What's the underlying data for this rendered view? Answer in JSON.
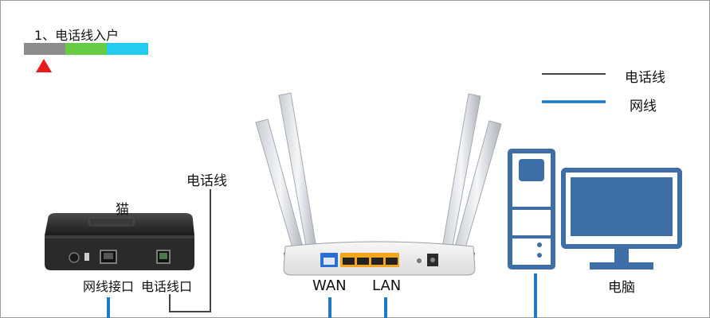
{
  "step": {
    "title": "1、电话线入户",
    "bar_colors": [
      "#8c8c8c",
      "#66cc44",
      "#22ccee"
    ],
    "marker_color": "#e81c1c"
  },
  "legend": {
    "phone_line": {
      "label": "电话线",
      "color": "#444444"
    },
    "network_line": {
      "label": "网线",
      "color": "#1e78c8"
    }
  },
  "modem": {
    "title": "猫",
    "port_network": "网线接口",
    "port_phone": "电话线口"
  },
  "phone_wire_label": "电话线",
  "router": {
    "port_wan": "WAN",
    "port_lan": "LAN",
    "wan_color": "#2a6fd6",
    "lan_color": "#f2a51d",
    "accent_color": "#1c3f8a"
  },
  "computer": {
    "label": "电脑",
    "color": "#3d6ea8"
  }
}
